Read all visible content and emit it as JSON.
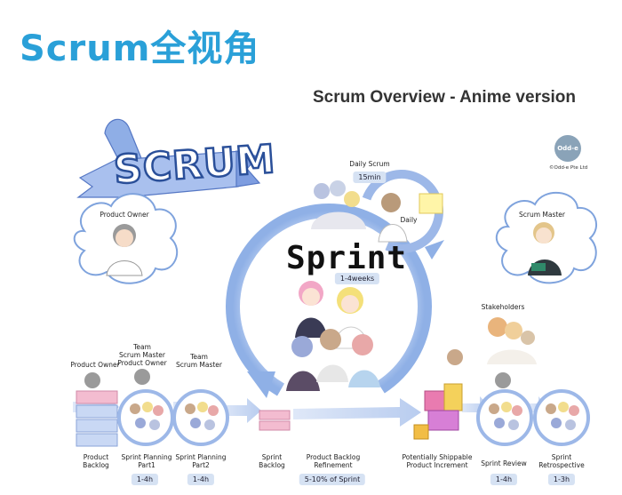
{
  "title": "Scrum全视角",
  "subtitle": "Scrum Overview - Anime version",
  "logo_text": "SCRUM",
  "badge": {
    "text": "Odd-e",
    "copyright": "©Odd-e Pte Ltd"
  },
  "sprint": {
    "word": "Sprint",
    "duration": "1-4weeks"
  },
  "daily_scrum": {
    "title": "Daily Scrum",
    "duration": "15min",
    "loop_label": "Daily"
  },
  "roles": {
    "product_owner_cloud": "Product Owner",
    "scrum_master_cloud": "Scrum Master",
    "stakeholders": "Stakeholders",
    "product_owner_small": "Product Owner",
    "planning1_team": "Team\nScrum Master\nProduct Owner",
    "planning2_team": "Team\nScrum Master"
  },
  "flow": [
    {
      "label": "Product\nBacklog",
      "pill": ""
    },
    {
      "label": "Sprint Planning\nPart1",
      "pill": "1-4h"
    },
    {
      "label": "Sprint Planning\nPart2",
      "pill": "1-4h"
    },
    {
      "label": "Sprint\nBacklog",
      "pill": ""
    },
    {
      "label": "Product Backlog\nRefinement",
      "pill": "5-10% of Sprint"
    },
    {
      "label": "Potentially Shippable\nProduct Increment",
      "pill": ""
    },
    {
      "label": "Sprint Review",
      "pill": "1-4h"
    },
    {
      "label": "Sprint\nRetrospective",
      "pill": "1-3h"
    }
  ],
  "colors": {
    "title": "#2aa0d8",
    "ribbon": "#6f8fd3",
    "ring": "#9db8e8",
    "cloud": "#7fa3dd",
    "pill": "#d6e2f3"
  }
}
